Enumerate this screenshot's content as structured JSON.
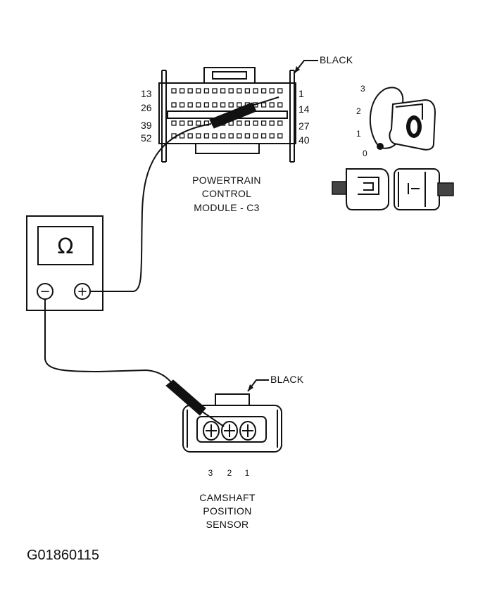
{
  "pcm": {
    "color_label": "BLACK",
    "title_line1": "POWERTRAIN",
    "title_line2": "CONTROL",
    "title_line3": "MODULE - C3",
    "pins": {
      "left_row1": "13",
      "left_row2": "26",
      "left_row3": "39",
      "left_row4": "52",
      "right_row1": "1",
      "right_row2": "14",
      "right_row3": "27",
      "right_row4": "40"
    }
  },
  "ignition": {
    "positions": [
      "3",
      "2",
      "1",
      "0"
    ],
    "key_glyph": "0"
  },
  "meter": {
    "symbol": "Ω",
    "neg": "−",
    "pos": "+"
  },
  "sensor": {
    "color_label": "BLACK",
    "pins": [
      "3",
      "2",
      "1"
    ],
    "title_line1": "CAMSHAFT",
    "title_line2": "POSITION",
    "title_line3": "SENSOR"
  },
  "figure_code": "G01860115"
}
